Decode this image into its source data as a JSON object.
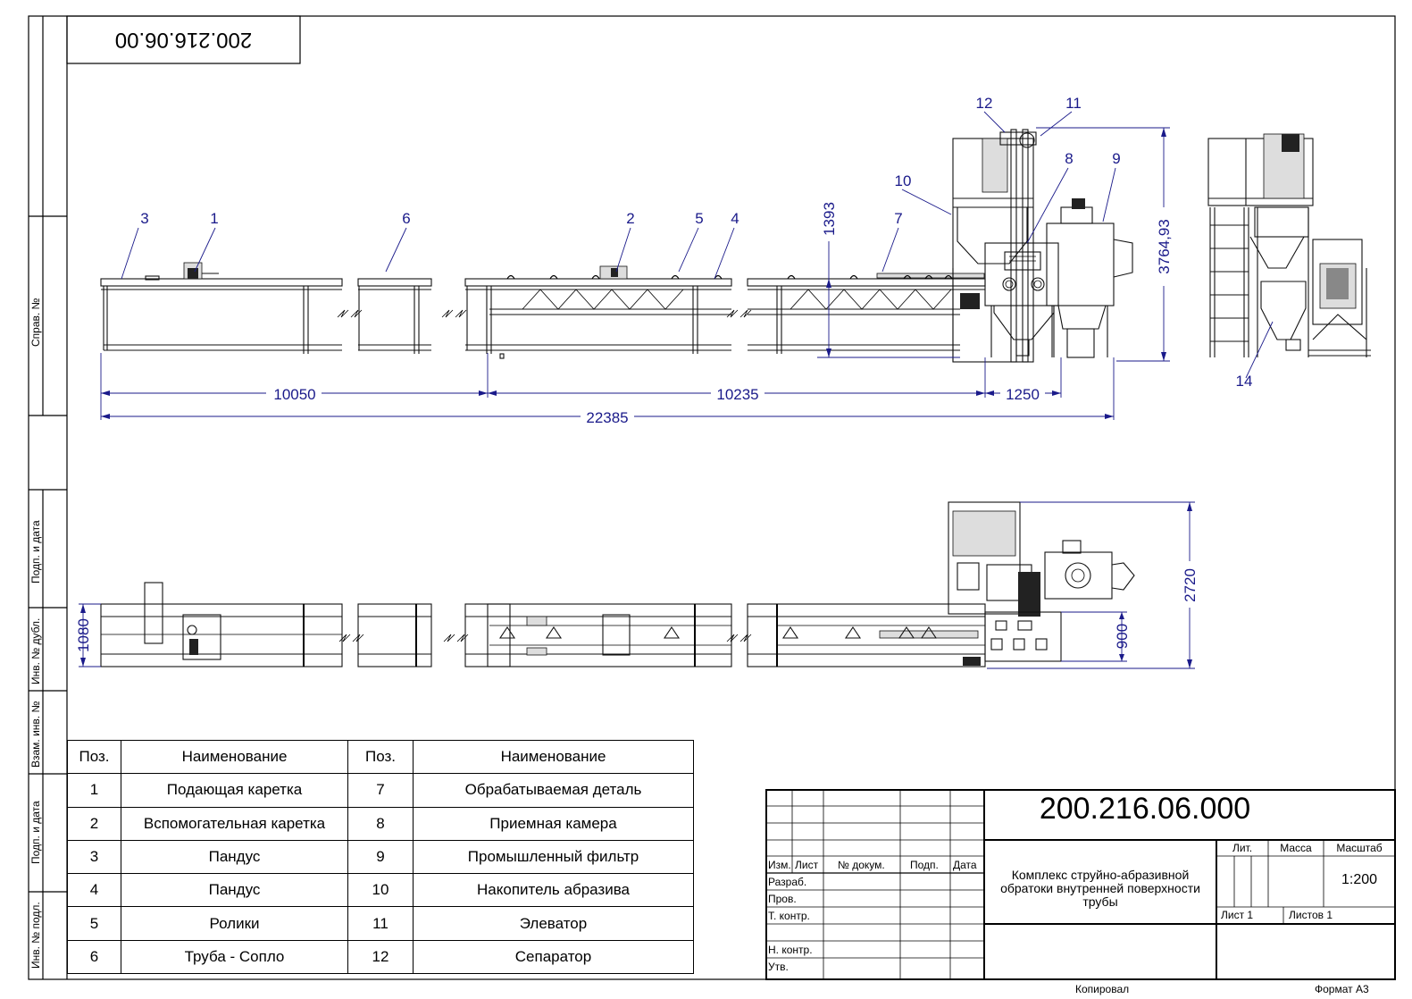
{
  "drawing_number_top": "200.216.06.00",
  "side_labels": {
    "sprav": "Справ. №",
    "podp_data_1": "Подп. и дата",
    "inv_dubl": "Инв. № дубл.",
    "vzam_inv": "Взам. инв. №",
    "podp_data_2": "Подп. и дата",
    "inv_podl": "Инв. № подл."
  },
  "positions": {
    "p1": "1",
    "p2": "2",
    "p3": "3",
    "p4": "4",
    "p5": "5",
    "p6": "6",
    "p7": "7",
    "p8": "8",
    "p9": "9",
    "p10": "10",
    "p11": "11",
    "p12": "12",
    "p14": "14"
  },
  "dimensions": {
    "d10050": "10050",
    "d10235": "10235",
    "d1250": "1250",
    "d22385": "22385",
    "d1393": "1393",
    "d3764": "3764,93",
    "d2720": "2720",
    "d1080": "1080",
    "d900": "900"
  },
  "parts_table": {
    "header": {
      "pos": "Поз.",
      "name": "Наименование"
    },
    "rows": [
      {
        "pos1": "1",
        "name1": "Подающая каретка",
        "pos2": "7",
        "name2": "Обрабатываемая деталь"
      },
      {
        "pos1": "2",
        "name1": "Вспомогательная каретка",
        "pos2": "8",
        "name2": "Приемная камера"
      },
      {
        "pos1": "3",
        "name1": "Пандус",
        "pos2": "9",
        "name2": "Промышленный фильтр"
      },
      {
        "pos1": "4",
        "name1": "Пандус",
        "pos2": "10",
        "name2": "Накопитель абразива"
      },
      {
        "pos1": "5",
        "name1": "Ролики",
        "pos2": "11",
        "name2": "Элеватор"
      },
      {
        "pos1": "6",
        "name1": "Труба - Сопло",
        "pos2": "12",
        "name2": "Сепаратор"
      }
    ]
  },
  "title_block": {
    "doc_number": "200.216.06.000",
    "title": "Комплекс струйно-абразивной обратоки внутренней поверхности трубы",
    "col_izm": "Изм.",
    "col_list": "Лист",
    "col_dokum": "№ докум.",
    "col_podp": "Подп.",
    "col_data": "Дата",
    "razrab": "Разраб.",
    "prov": "Пров.",
    "t_kontr": "Т. контр.",
    "n_kontr": "Н. контр.",
    "utv": "Утв.",
    "lit": "Лит.",
    "massa": "Масса",
    "masshtab": "Масштаб",
    "scale": "1:200",
    "sheet": "Лист 1",
    "sheets": "Листов 1",
    "kopiroval": "Копировал",
    "format": "Формат А3"
  }
}
